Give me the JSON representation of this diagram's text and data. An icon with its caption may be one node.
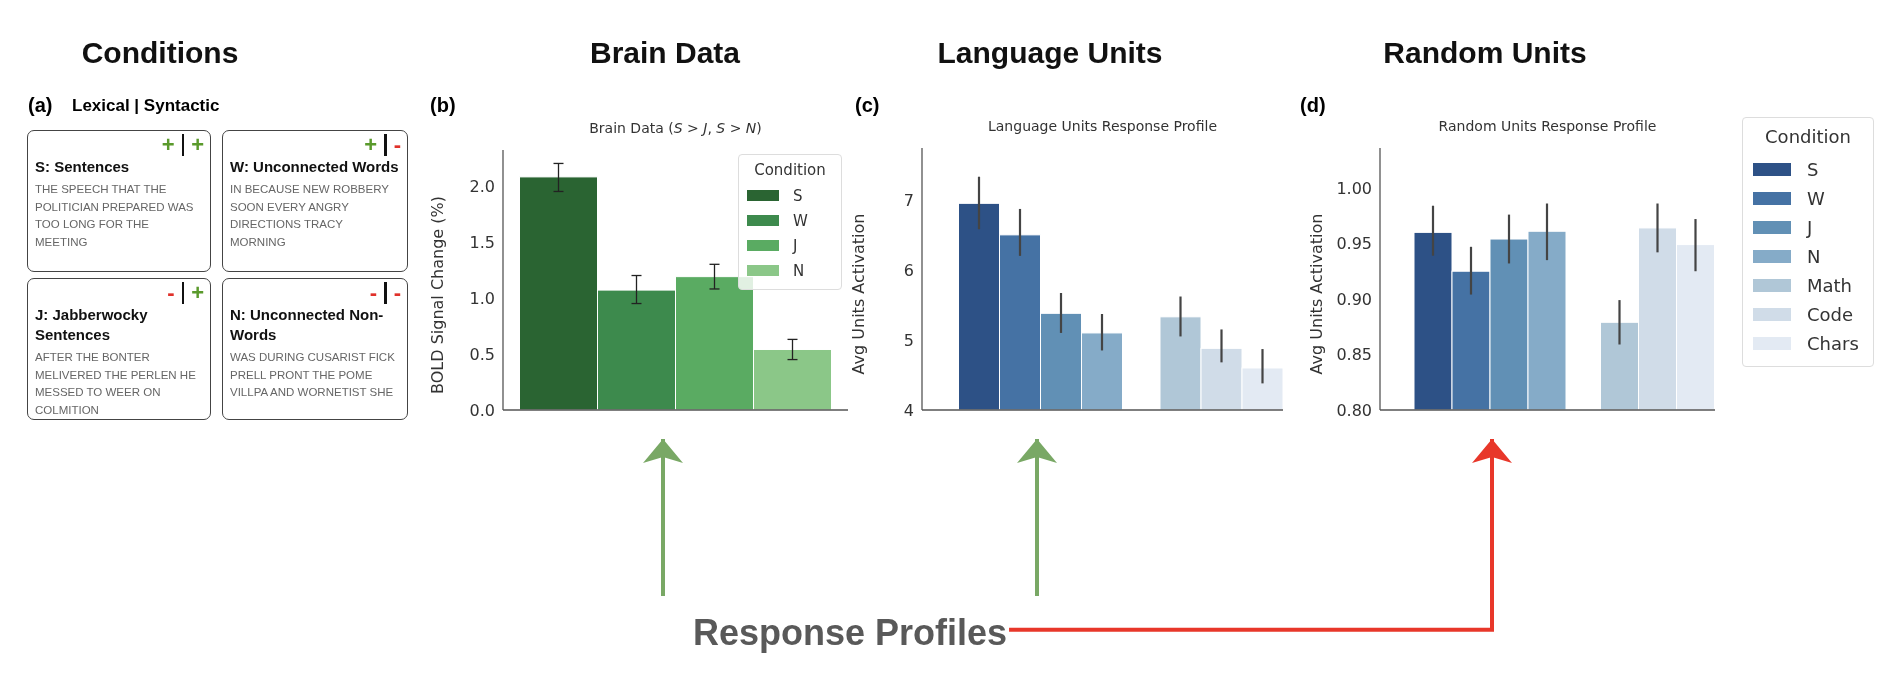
{
  "diagram": {
    "nodes": [
      {
        "text": [
          "Response Profiles"
        ]
      },
      {
        "text": [
          "+",
          "+",
          "S: Sentences",
          "THE SPEECH THAT THE POLITICIAN PREPARED WAS TOO LONG FOR THE MEETING"
        ]
      },
      {
        "text": [
          "+",
          "-",
          "W: Unconnected Words",
          "IN BECAUSE NEW ROBBERY SOON EVERY ANGRY DIRECTIONS TRACY MORNING"
        ]
      },
      {
        "text": [
          "-",
          "+",
          "J: Jabberwocky Sentences",
          "AFTER THE BONTER MELIVERED THE PERLEN HE MESSED TO WEER ON COLMITION"
        ]
      },
      {
        "text": [
          "-",
          "-",
          "N: Unconnected Non-Words",
          "WAS DURING CUSARIST FICK PRELL PRONT THE POME VILLPA AND WORNETIST SHE"
        ]
      },
      {
        "text": [
          "(b)"
        ],
        "beside": [
          "Brain Data"
        ]
      },
      {
        "text": [
          "(c)"
        ],
        "beside": [
          "Language Units"
        ]
      },
      {
        "text": [
          "(d)"
        ],
        "beside": [
          "Random Units"
        ]
      }
    ],
    "edges": [
      {
        "from": 0,
        "to": 5,
        "arrow": "to",
        "color": "#79a865"
      },
      {
        "from": 0,
        "to": 6,
        "arrow": "to",
        "color": "#79a865"
      },
      {
        "from": 0,
        "to": 7,
        "arrow": "to",
        "color": "#e8372a"
      }
    ],
    "labels": [
      "Conditions",
      "(a)",
      "Lexical | Syntactic",
      "Condition",
      "Condition"
    ],
    "chart_data": [
      {
        "type": "bar",
        "title": "Brain Data (*S* > *J*, *S* > *N*)",
        "ylabel": "BOLD Signal Change (%)",
        "categories": [
          null
        ],
        "series": [
          {
            "name": "S",
            "color": "#2a6432",
            "values": [
              2.08
            ],
            "errors": [
              [
                1.95,
                2.2
              ]
            ]
          },
          {
            "name": "W",
            "color": "#3d8a4d",
            "values": [
              1.07
            ],
            "errors": [
              [
                0.95,
                1.2
              ]
            ]
          },
          {
            "name": "J",
            "color": "#5aab62",
            "values": [
              1.19
            ],
            "errors": [
              [
                1.08,
                1.3
              ]
            ]
          },
          {
            "name": "N",
            "color": "#8bc788",
            "values": [
              0.54
            ],
            "errors": [
              [
                0.45,
                0.63
              ]
            ]
          }
        ],
        "ylim": [
          0,
          2.32
        ],
        "yticks": [
          {
            "value": 0,
            "label": "0.0"
          },
          {
            "value": 0.5,
            "label": "0.5"
          },
          {
            "value": 1,
            "label": "1.0"
          },
          {
            "value": 1.5,
            "label": "1.5"
          },
          {
            "value": 2,
            "label": "2.0"
          }
        ]
      },
      {
        "type": "bar",
        "title": "Language Units Response Profile",
        "ylabel": "Avg Units Activation",
        "categories": [
          null,
          null
        ],
        "series": [
          {
            "color": "#2d5186",
            "values": [
              6.95,
              null
            ],
            "errors": [
              [
                6.58,
                7.33
              ],
              null
            ]
          },
          {
            "color": "#4572a4",
            "values": [
              6.5,
              null
            ],
            "errors": [
              [
                6.2,
                6.87
              ],
              null
            ]
          },
          {
            "color": "#6190b5",
            "values": [
              5.38,
              null
            ],
            "errors": [
              [
                5.1,
                5.67
              ],
              null
            ]
          },
          {
            "color": "#85abc8",
            "values": [
              5.1,
              null
            ],
            "errors": [
              [
                4.85,
                5.37
              ],
              null
            ]
          },
          {
            "color": "#b0c7d7",
            "values": [
              null,
              5.33
            ],
            "errors": [
              null,
              [
                5.05,
                5.62
              ]
            ]
          },
          {
            "color": "#d0dce8",
            "values": [
              null,
              4.88
            ],
            "errors": [
              null,
              [
                4.68,
                5.15
              ]
            ]
          },
          {
            "color": "#e3eaf3",
            "values": [
              null,
              4.6
            ],
            "errors": [
              null,
              [
                4.38,
                4.87
              ]
            ]
          }
        ],
        "ylim": [
          4,
          7.74
        ],
        "yticks": [
          4,
          5,
          6,
          7
        ]
      },
      {
        "type": "bar",
        "title": "Random Units Response Profile",
        "ylabel": "Avg Units Activation",
        "categories": [
          null,
          null
        ],
        "series": [
          {
            "name": "S",
            "color": "#2d5186",
            "values": [
              0.96,
              null
            ],
            "errors": [
              [
                0.939,
                0.984
              ],
              null
            ]
          },
          {
            "name": "W",
            "color": "#4572a4",
            "values": [
              0.925,
              null
            ],
            "errors": [
              [
                0.904,
                0.947
              ],
              null
            ]
          },
          {
            "name": "J",
            "color": "#6190b5",
            "values": [
              0.954,
              null
            ],
            "errors": [
              [
                0.932,
                0.976
              ],
              null
            ]
          },
          {
            "name": "N",
            "color": "#85abc8",
            "values": [
              0.961,
              null
            ],
            "errors": [
              [
                0.935,
                0.986
              ],
              null
            ]
          },
          {
            "name": "Math",
            "color": "#b0c7d7",
            "values": [
              null,
              0.879
            ],
            "errors": [
              null,
              [
                0.859,
                0.899
              ]
            ]
          },
          {
            "name": "Code",
            "color": "#d0dce8",
            "values": [
              null,
              0.964
            ],
            "errors": [
              null,
              [
                0.942,
                0.986
              ]
            ]
          },
          {
            "name": "Chars",
            "color": "#e3eaf3",
            "values": [
              null,
              0.949
            ],
            "errors": [
              null,
              [
                0.925,
                0.972
              ]
            ]
          }
        ],
        "ylim": [
          0.8,
          1.036
        ],
        "yticks": [
          {
            "value": 0.8,
            "label": "0.80"
          },
          {
            "value": 0.85,
            "label": "0.85"
          },
          {
            "value": 0.9,
            "label": "0.90"
          },
          {
            "value": 0.95,
            "label": "0.95"
          },
          {
            "value": 1,
            "label": "1.00"
          }
        ]
      }
    ]
  }
}
